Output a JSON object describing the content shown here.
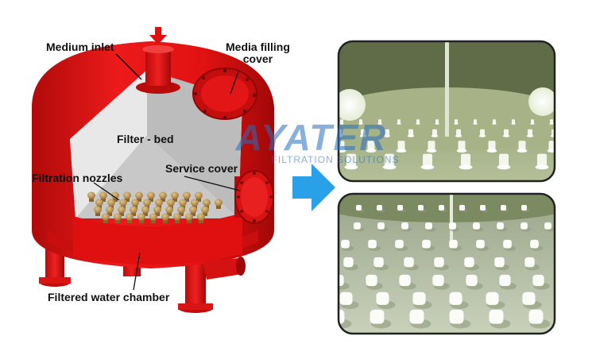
{
  "labels": {
    "medium_inlet": "Medium inlet",
    "media_filling_cover_line1": "Media filling",
    "media_filling_cover_line2": "cover",
    "filter_bed": "Filter - bed",
    "filtration_nozzles": "Filtration nozzles",
    "service_cover": "Service cover",
    "filtered_water_chamber": "Filtered water chamber"
  },
  "watermark": {
    "brand": "AYATER",
    "tagline": "FILTRATION SOLUTIONS"
  },
  "icons": {
    "inlet_arrow": "down-arrow-icon",
    "transition_arrow": "right-arrow-icon"
  },
  "colors": {
    "tank_red": "#e01010",
    "tank_dark_red": "#a80808",
    "interior_grey": "#cfcfcf",
    "arrow_blue": "#2aa0e8",
    "photo_top_bg": "#8a9a6e",
    "photo_bottom_bg": "#b8c2a8"
  }
}
